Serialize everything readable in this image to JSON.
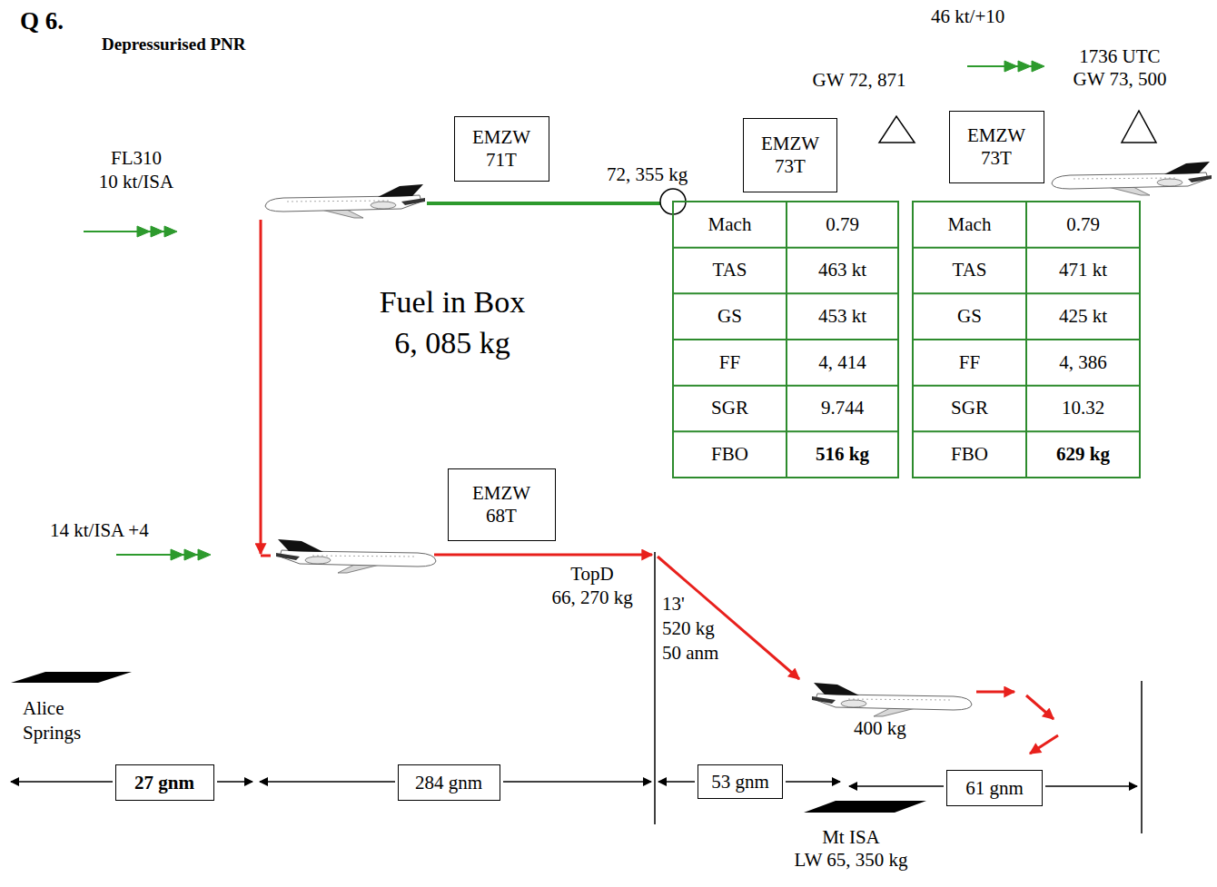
{
  "diagram": {
    "title": "Q 6.",
    "nodes": [
      {
        "text": [
          "EMZW 71T"
        ]
      },
      {
        "text": [
          "EMZW 73T"
        ]
      },
      {
        "text": [
          "EMZW 73T"
        ]
      },
      {
        "text": [
          "EMZW 68T"
        ]
      },
      {
        "text": [
          "27 gnm"
        ]
      },
      {
        "text": [
          "284 gnm"
        ]
      },
      {
        "text": [
          "53 gnm"
        ]
      },
      {
        "text": [
          "61 gnm"
        ]
      }
    ],
    "labels": [
      "Depressurised PNR",
      "46 kt/+10",
      "1736 UTC GW 73, 500",
      "GW 72, 871",
      "FL310 10 kt/ISA",
      "72, 355 kg",
      "Mach",
      "0.79",
      "TAS",
      "463 kt",
      "GS",
      "453 kt",
      "FF",
      "4, 414",
      "SGR",
      "9.744",
      "FBO",
      "516 kg",
      "Mach",
      "0.79",
      "TAS",
      "471 kt",
      "GS",
      "425 kt",
      "FF",
      "4, 386",
      "SGR",
      "10.32",
      "FBO",
      "629 kg",
      "Fuel in Box 6, 085 kg",
      "14 kt/ISA +4",
      "TopD 66, 270 kg",
      "13' 520 kg 50 anm",
      "400 kg",
      "Alice Springs",
      "Mt ISA LW 65, 350 kg"
    ]
  }
}
